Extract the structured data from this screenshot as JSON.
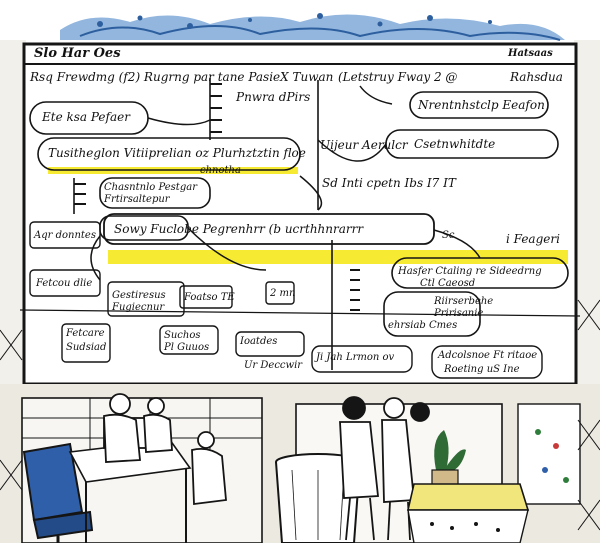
{
  "board": {
    "header_left": "Slo Har Oes",
    "header_right": "Hatsaas",
    "top_line_left": "Rsq  Frewdmg (f2) Rugrng par tane PasieX Tuwan",
    "top_line_mid": "(Letstruy Fway 2 @",
    "top_line_right": "Rahsdua",
    "right_node_1": "Nrentnhstclp Eeafon",
    "right_node_2": "Csetnwhitdte",
    "mid_label_1": "Pnwra dPirs",
    "mid_label_2": "Uijeur Aerulcr",
    "left_node_1": "Ete ksa Pefaer",
    "hl_line": "Tusitheglon Vitiiprelian oz Plurhztztin floe",
    "hl_sub": "chnotha",
    "box_a_1": "Chasntnlo Pestgar",
    "box_a_2": "Frtirsaltepur",
    "date_line": "Sd Inti cpetn Ibs I7 IT",
    "banner": "Sowy Fuclobe  Pegrenhrr (b  ucrthhnrarrr",
    "banner_right": "Sc",
    "banner_right_2": "i Feageri",
    "left_side_1": "Aqr donntes",
    "left_side_2": "Fetcou dlie",
    "right_cluster_1": "Hasfer Ctaling  re Sideedrng",
    "right_cluster_2": "Ctl Caeosd",
    "right_cluster_3": "Riirserbehe",
    "right_cluster_4": "Pririsanie",
    "right_cluster_5": "ehrsiab Cmes",
    "low_box_1": "Gestiresus",
    "low_box_2": "Foatso TE",
    "low_box_3": "Fugiecnur",
    "low_box_4": "2 mn",
    "bottom_1": "Fetcare",
    "bottom_2": "Sudsiad",
    "bottom_3": "Suchos",
    "bottom_4": "Pl Guuos",
    "bottom_5": "Ioatdes",
    "bottom_6": "Ur Deccwir",
    "bottom_7": "Ji Jah Lrmon ov",
    "bottom_8": "Adcolsnoe Ft ritaoe",
    "bottom_9": "Roeting uS Ine"
  },
  "colors": {
    "ink": "#151515",
    "paper": "#ffffff",
    "highlight": "#f6ea32",
    "chair": "#2f5fa8",
    "sky_band": "#4d87c7",
    "wall": "#ece9e1"
  },
  "icons": [
    "person-icon",
    "monitor-icon",
    "plant-icon",
    "chair-icon",
    "bin-icon"
  ]
}
